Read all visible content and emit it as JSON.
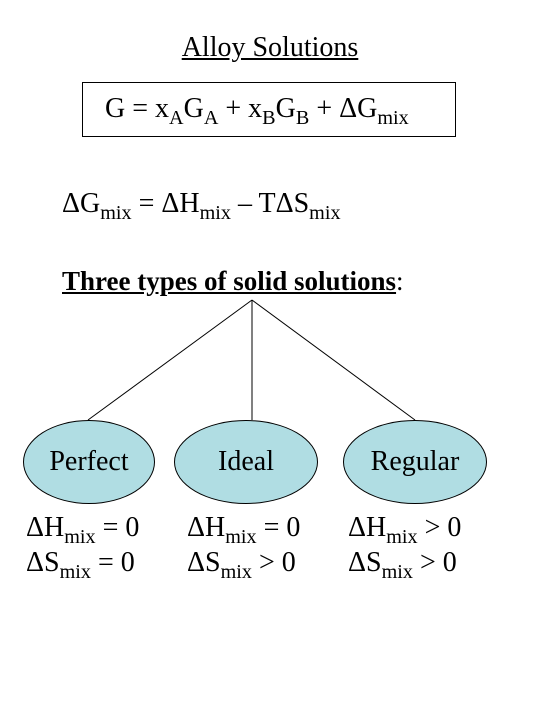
{
  "title": "Alloy Solutions",
  "equation_box": {
    "p1": "G = x",
    "s1": "A",
    "p2": "G",
    "s2": "A",
    "p3": " + x",
    "s3": "B",
    "p4": "G",
    "s4": "B",
    "p5": " + ΔG",
    "s5": "mix"
  },
  "equation2": {
    "p1": "ΔG",
    "s1": "mix",
    "p2": " = ΔH",
    "s2": "mix",
    "p3": " – TΔS",
    "s3": "mix"
  },
  "types_heading": {
    "text": "Three types of solid solutions",
    "colon": ":"
  },
  "solutions": [
    {
      "label": "Perfect",
      "h": {
        "p": "ΔH",
        "s": "mix",
        "r": " = 0"
      },
      "s": {
        "p": "ΔS",
        "s": "mix",
        "r": " = 0"
      }
    },
    {
      "label": "Ideal",
      "h": {
        "p": "ΔH",
        "s": "mix",
        "r": " = 0"
      },
      "s": {
        "p": "ΔS",
        "s": "mix",
        "r": " > 0"
      }
    },
    {
      "label": "Regular",
      "h": {
        "p": "ΔH",
        "s": "mix",
        "r": " > 0"
      },
      "s": {
        "p": "ΔS",
        "s": "mix",
        "r": " > 0"
      }
    }
  ]
}
